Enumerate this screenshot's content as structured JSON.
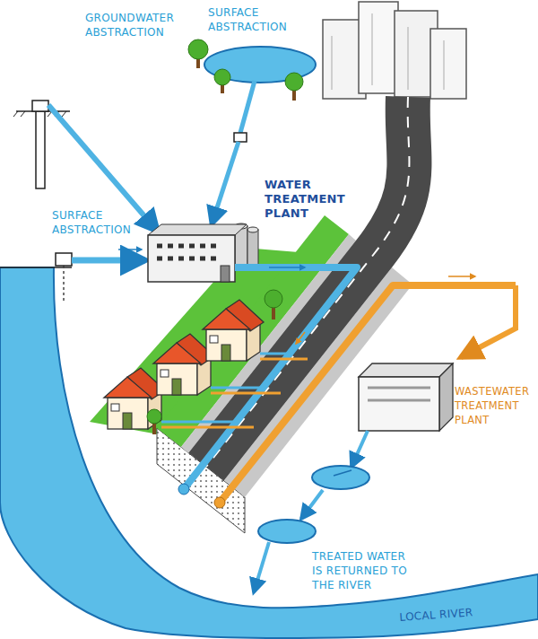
{
  "diagram": {
    "labels": [
      "GROUNDWATER ABSTRACTION",
      "SURFACE ABSTRACTION",
      "SURFACE ABSTRACTION",
      "WATER TREATMENT PLANT",
      "WASTEWATER TREATMENT PLANT",
      "TREATED WATER IS RETURNED TO THE RIVER",
      "LOCAL RIVER"
    ]
  }
}
